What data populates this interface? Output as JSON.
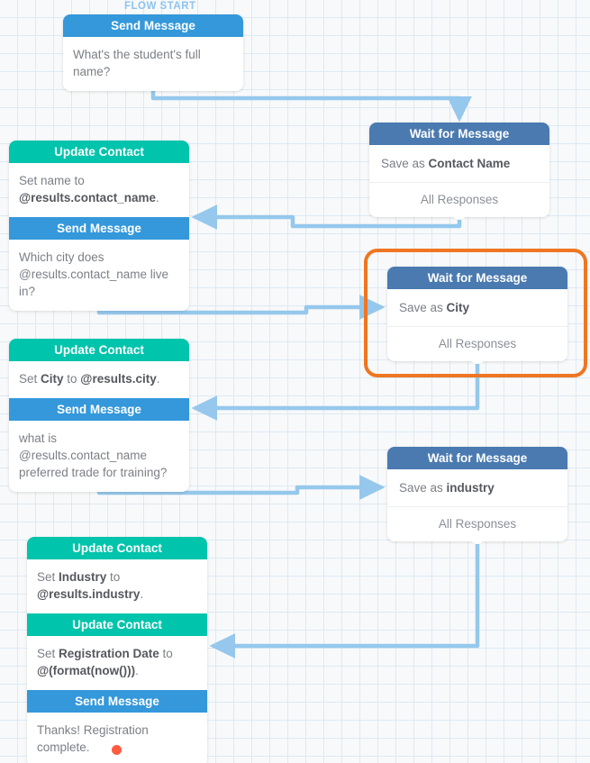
{
  "canvas": {
    "flow_start_label": "FLOW START",
    "grid": "on",
    "background_color": "#f8f9fa",
    "grid_color": "#dceaf5"
  },
  "colors": {
    "send_message": "#3498db",
    "wait_for_message": "#4a7ab0",
    "update_contact": "#00c4ab",
    "selection_highlight": "#ef7622",
    "edge": "#95c8ec",
    "end_dot": "#ff5b42"
  },
  "nodes": [
    {
      "id": "send-1",
      "cards": [
        {
          "type": "send-message",
          "header": "Send Message",
          "text": "What's the student's full name?"
        }
      ]
    },
    {
      "id": "wait-1",
      "cards": [
        {
          "type": "wait-for-message",
          "header": "Wait for Message",
          "save_prefix": "Save as ",
          "save_value": "Contact Name",
          "rule": "All Responses"
        }
      ]
    },
    {
      "id": "update-send-1",
      "cards": [
        {
          "type": "update-contact",
          "header": "Update Contact",
          "text_prefix": "Set name to ",
          "text_value": "@results.contact_name",
          "text_suffix": "."
        },
        {
          "type": "send-message",
          "header": "Send Message",
          "text": "Which city does @results.contact_name live in?"
        }
      ]
    },
    {
      "id": "wait-2",
      "selected": true,
      "cards": [
        {
          "type": "wait-for-message",
          "header": "Wait for Message",
          "save_prefix": "Save as ",
          "save_value": "City",
          "rule": "All Responses"
        }
      ]
    },
    {
      "id": "update-send-2",
      "cards": [
        {
          "type": "update-contact",
          "header": "Update Contact",
          "text_prefix": "Set ",
          "text_value": "City",
          "text_mid": " to ",
          "text_value2": "@results.city",
          "text_suffix": "."
        },
        {
          "type": "send-message",
          "header": "Send Message",
          "text": "what is @results.contact_name preferred trade for training?"
        }
      ]
    },
    {
      "id": "wait-3",
      "cards": [
        {
          "type": "wait-for-message",
          "header": "Wait for Message",
          "save_prefix": "Save as ",
          "save_value": "industry",
          "rule": "All Responses"
        }
      ]
    },
    {
      "id": "final-stack",
      "cards": [
        {
          "type": "update-contact",
          "header": "Update Contact",
          "text_prefix": "Set ",
          "text_value": "Industry",
          "text_mid": " to ",
          "text_value2": "@results.industry",
          "text_suffix": "."
        },
        {
          "type": "update-contact",
          "header": "Update Contact",
          "text_prefix": "Set ",
          "text_value": "Registration Date",
          "text_mid": " to ",
          "text_value2": "@(format(now()))",
          "text_suffix": "."
        },
        {
          "type": "send-message",
          "header": "Send Message",
          "text": "Thanks! Registration complete."
        }
      ]
    }
  ]
}
